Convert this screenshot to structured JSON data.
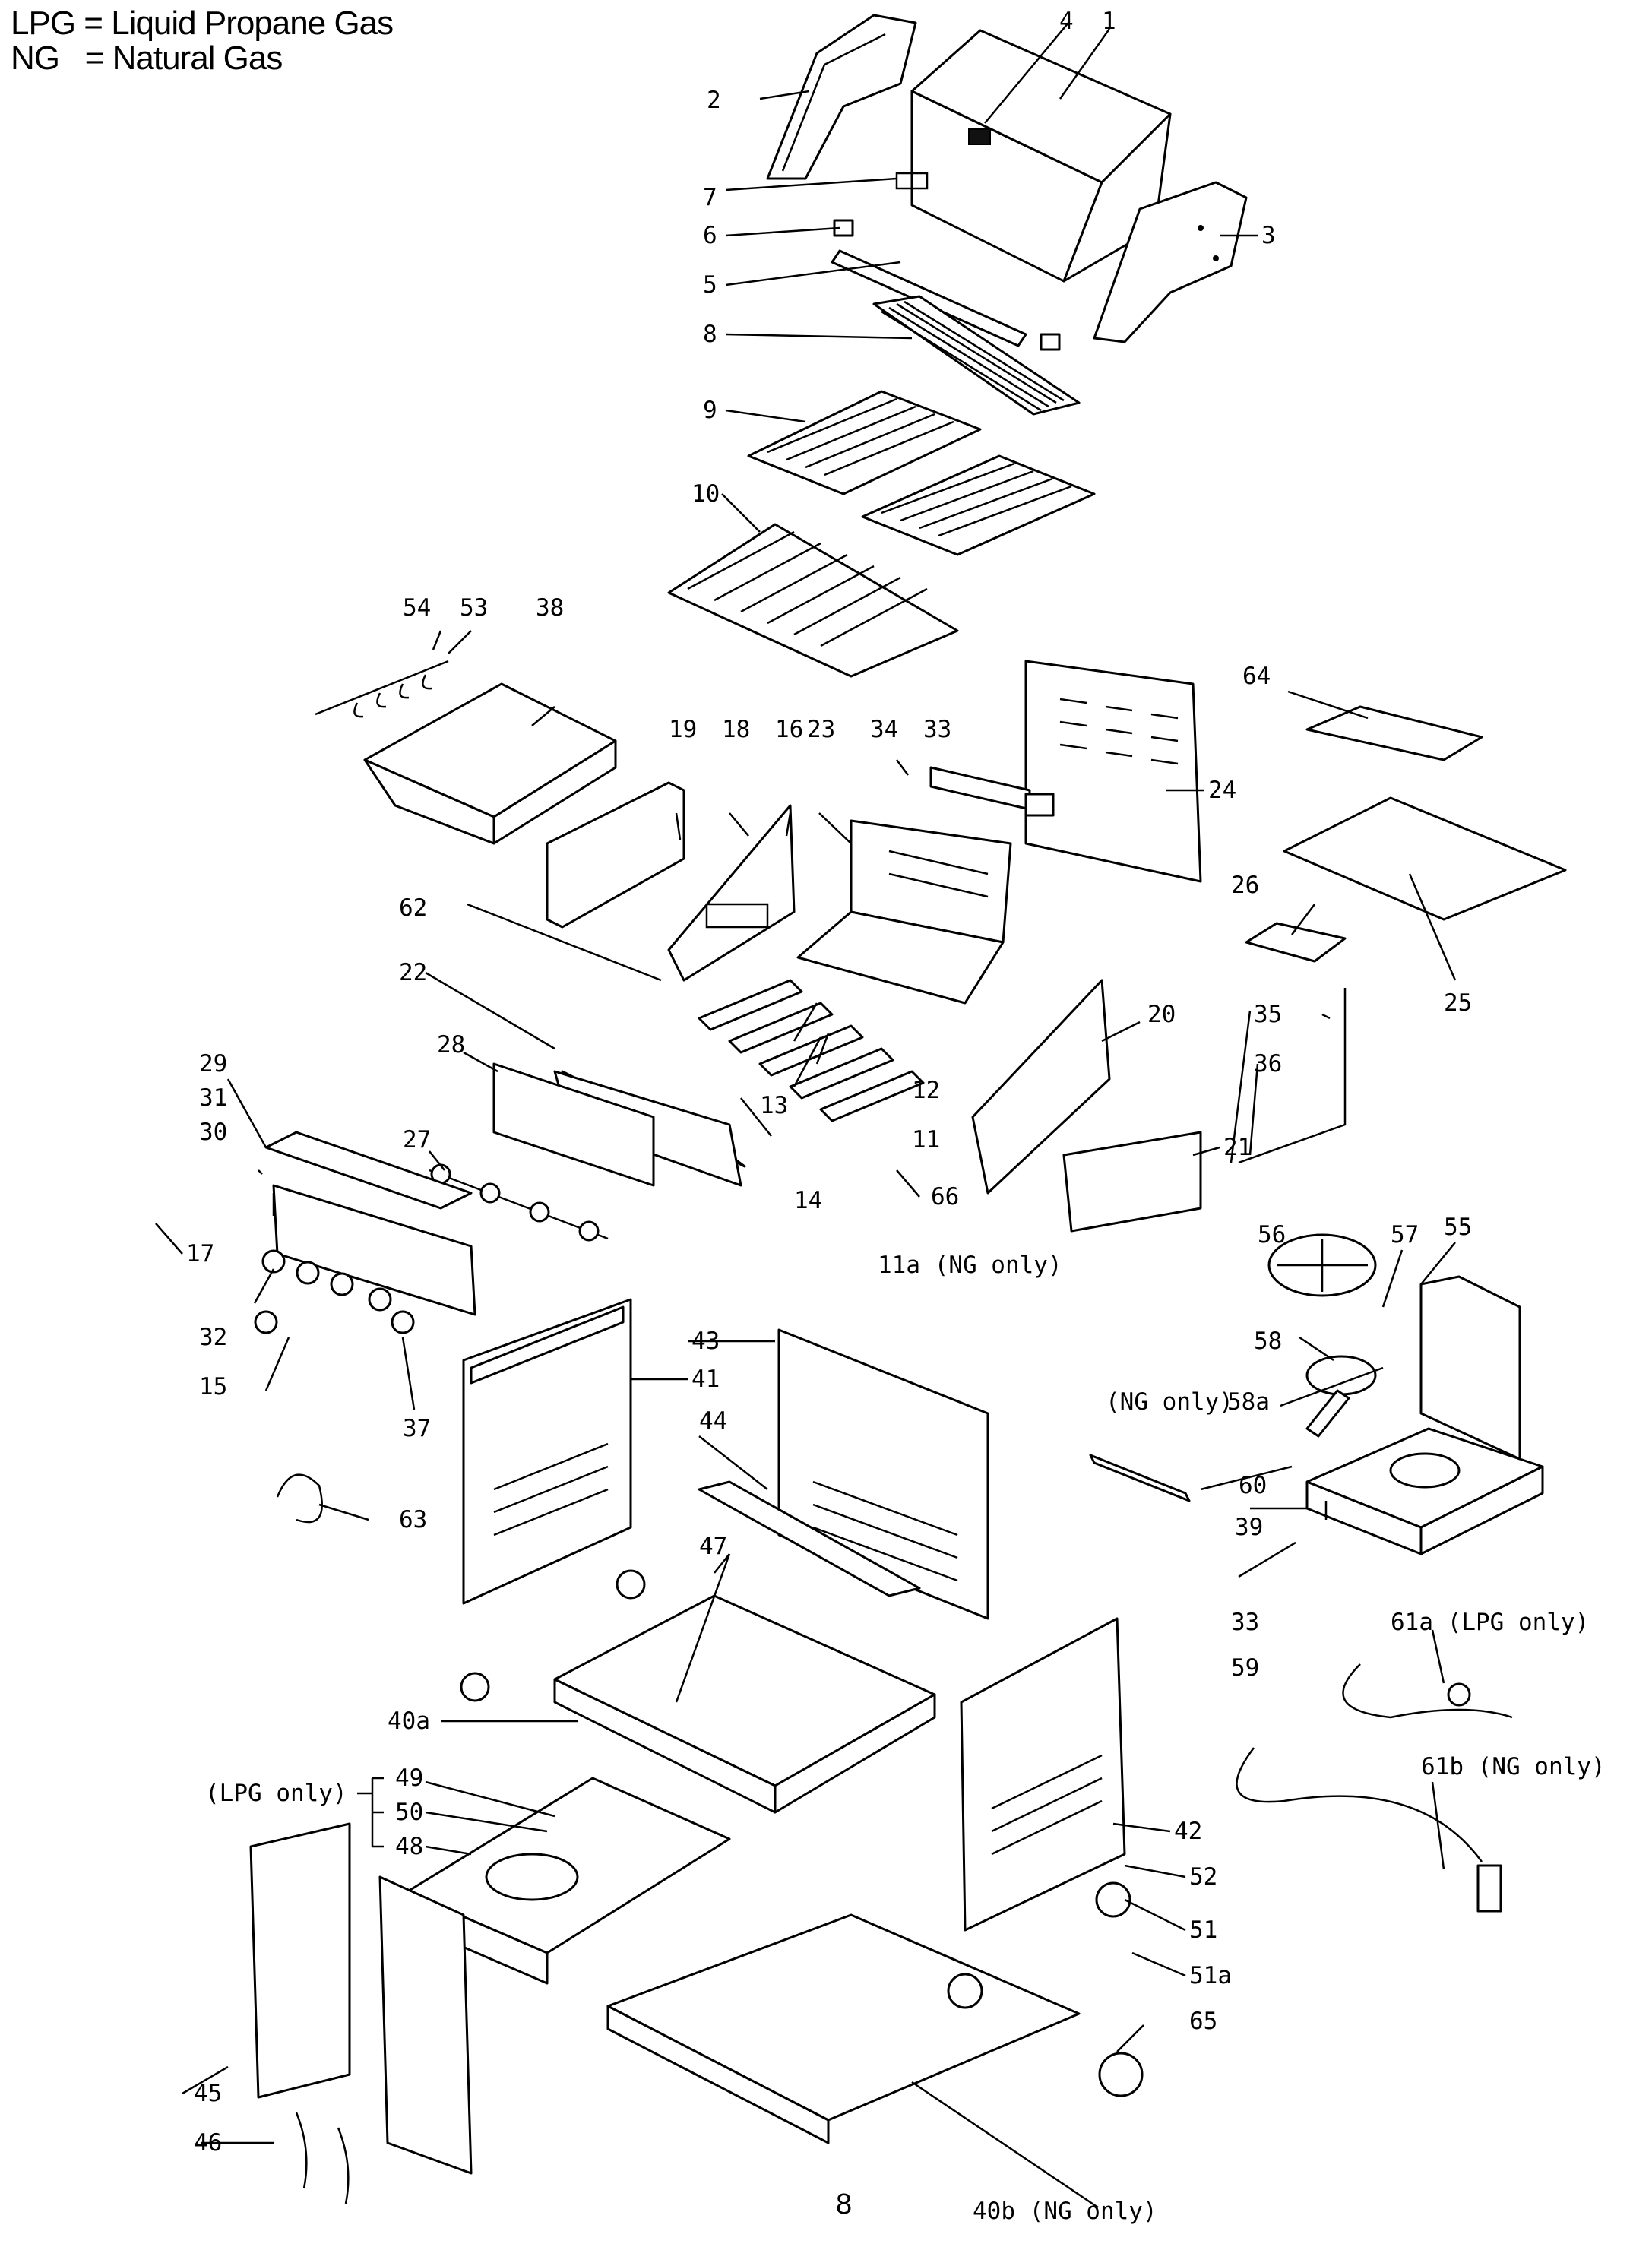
{
  "legend": {
    "lpg_abbr": "LPG",
    "lpg_text": "Liquid Propane Gas",
    "ng_abbr": "NG",
    "ng_text": "Natural Gas"
  },
  "page_number": "8",
  "callouts": {
    "p1": "1",
    "p2": "2",
    "p3": "3",
    "p4": "4",
    "p5": "5",
    "p6": "6",
    "p7": "7",
    "p8": "8",
    "p9": "9",
    "p10": "10",
    "p11": "11",
    "p11a": "11a (NG only)",
    "p12": "12",
    "p13": "13",
    "p14": "14",
    "p15": "15",
    "p16": "16",
    "p17": "17",
    "p18": "18",
    "p19": "19",
    "p20": "20",
    "p21": "21",
    "p22": "22",
    "p23": "23",
    "p24": "24",
    "p25": "25",
    "p26": "26",
    "p27": "27",
    "p28": "28",
    "p29": "29",
    "p30": "30",
    "p31": "31",
    "p32": "32",
    "p33a": "33",
    "p33b": "33",
    "p34": "34",
    "p35": "35",
    "p36": "36",
    "p37": "37",
    "p38": "38",
    "p39": "39",
    "p40a": "40a",
    "p40b": "40b (NG only)",
    "p41": "41",
    "p42": "42",
    "p43": "43",
    "p44": "44",
    "p45": "45",
    "p46": "46",
    "p47": "47",
    "p48": "48",
    "p49": "49",
    "p50": "50",
    "p51": "51",
    "p51a": "51a",
    "p52": "52",
    "p53": "53",
    "p54": "54",
    "p55": "55",
    "p56": "56",
    "p57": "57",
    "p58": "58",
    "p58a": "58a",
    "p58a_note": "(NG only)",
    "p59": "59",
    "p60": "60",
    "p61a": "61a (LPG only)",
    "p61b": "61b (NG only)",
    "p62": "62",
    "p63": "63",
    "p64": "64",
    "p65": "65",
    "p66": "66",
    "lpg_group": "(LPG only)"
  }
}
